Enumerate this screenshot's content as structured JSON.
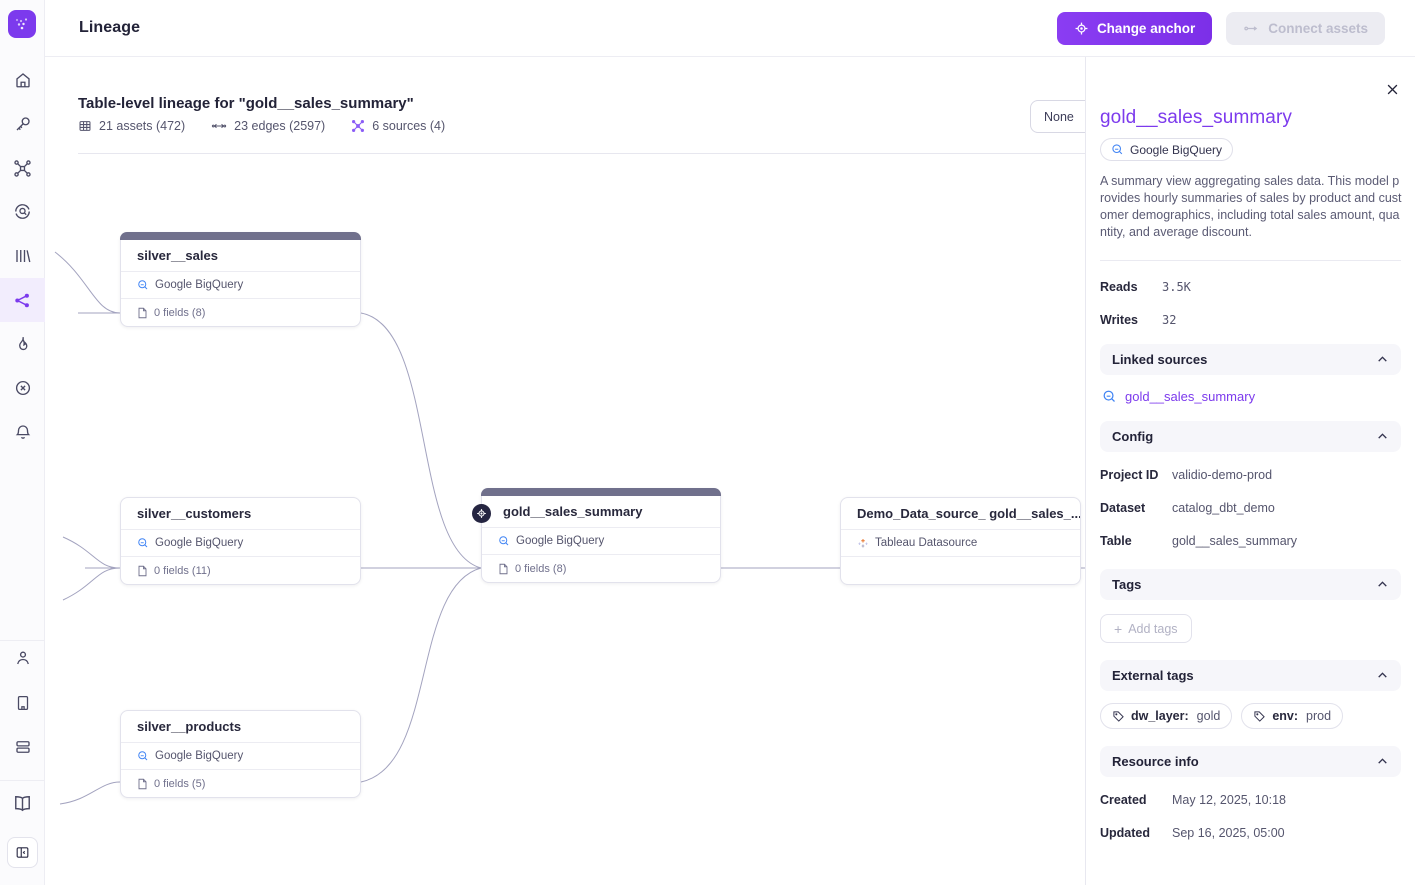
{
  "header": {
    "title": "Lineage",
    "buttons": {
      "change_anchor": "Change anchor",
      "connect_assets": "Connect assets"
    }
  },
  "sidebar": {
    "icons": [
      "home-icon",
      "key-icon",
      "sources-icon",
      "monitor-icon",
      "library-icon",
      "lineage-icon",
      "flame-icon",
      "incidents-icon",
      "bell-icon",
      "user-icon",
      "organization-icon",
      "workspaces-icon",
      "docs-icon",
      "collapse-sidebar-icon"
    ]
  },
  "canvas": {
    "title": "Table-level lineage for \"gold__sales_summary\"",
    "stats": {
      "assets": "21 assets (472)",
      "edges": "23 edges (2597)",
      "sources": "6 sources (4)"
    },
    "filter": {
      "value": "None"
    },
    "nodes": [
      {
        "title": "silver__sales",
        "connector": "Google BigQuery",
        "fields": "0 fields (8)"
      },
      {
        "title": "silver__customers",
        "connector": "Google BigQuery",
        "fields": "0 fields (11)"
      },
      {
        "title": "silver__products",
        "connector": "Google BigQuery",
        "fields": "0 fields (5)"
      },
      {
        "title": "gold__sales_summary",
        "connector": "Google BigQuery",
        "fields": "0 fields (8)"
      },
      {
        "title": "Demo_Data_source_ gold__sales_...",
        "connector": "Tableau Datasource",
        "fields": ""
      }
    ]
  },
  "panel": {
    "title": "gold__sales_summary",
    "source_badge": "Google BigQuery",
    "description": "A summary view aggregating sales data. This model provides hourly summaries of sales by product and customer demographics, including total sales amount, quantity, and average discount.",
    "metrics": [
      {
        "label": "Reads",
        "value": "3.5K"
      },
      {
        "label": "Writes",
        "value": "32"
      }
    ],
    "linked_sources": {
      "title": "Linked sources",
      "link": "gold__sales_summary"
    },
    "config": {
      "title": "Config",
      "rows": [
        {
          "label": "Project ID",
          "value": "validio-demo-prod"
        },
        {
          "label": "Dataset",
          "value": "catalog_dbt_demo"
        },
        {
          "label": "Table",
          "value": "gold__sales_summary"
        }
      ]
    },
    "tags": {
      "title": "Tags",
      "add_button": "Add tags"
    },
    "external_tags": {
      "title": "External tags",
      "tags": [
        {
          "key": "dw_layer:",
          "value": "gold"
        },
        {
          "key": "env:",
          "value": "prod"
        }
      ]
    },
    "resource_info": {
      "title": "Resource info",
      "rows": [
        {
          "label": "Created",
          "value": "May 12, 2025, 10:18"
        },
        {
          "label": "Updated",
          "value": "Sep 16, 2025, 05:00"
        }
      ]
    }
  },
  "colors": {
    "accent": "#7C3AED",
    "bigquery_blue": "#4285F4",
    "tableau_orange": "#E8762D",
    "node_topbar": "#70708C",
    "edge": "#A3A3BF"
  }
}
